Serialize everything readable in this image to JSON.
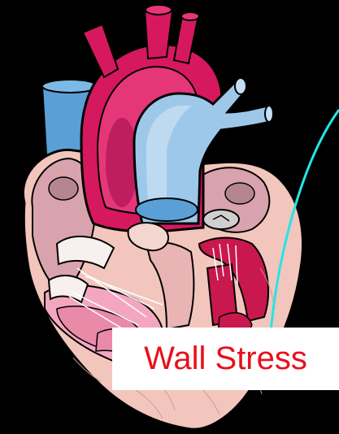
{
  "label": {
    "text": "Wall Stress",
    "text_color": "#e8101a",
    "background": "#ffffff"
  },
  "colors": {
    "background": "#000000",
    "aorta": "#d6185f",
    "aorta_dark": "#9c0b45",
    "vena_cava": "#5aa0d6",
    "pulmonary": "#9ec8ea",
    "muscle": "#f2c6bc",
    "chamber": "#f4a6c1",
    "valve_muscle": "#c8184e",
    "pointer_line": "#22e6e6"
  },
  "icons": [
    "heart-illustration",
    "pointer-line"
  ]
}
